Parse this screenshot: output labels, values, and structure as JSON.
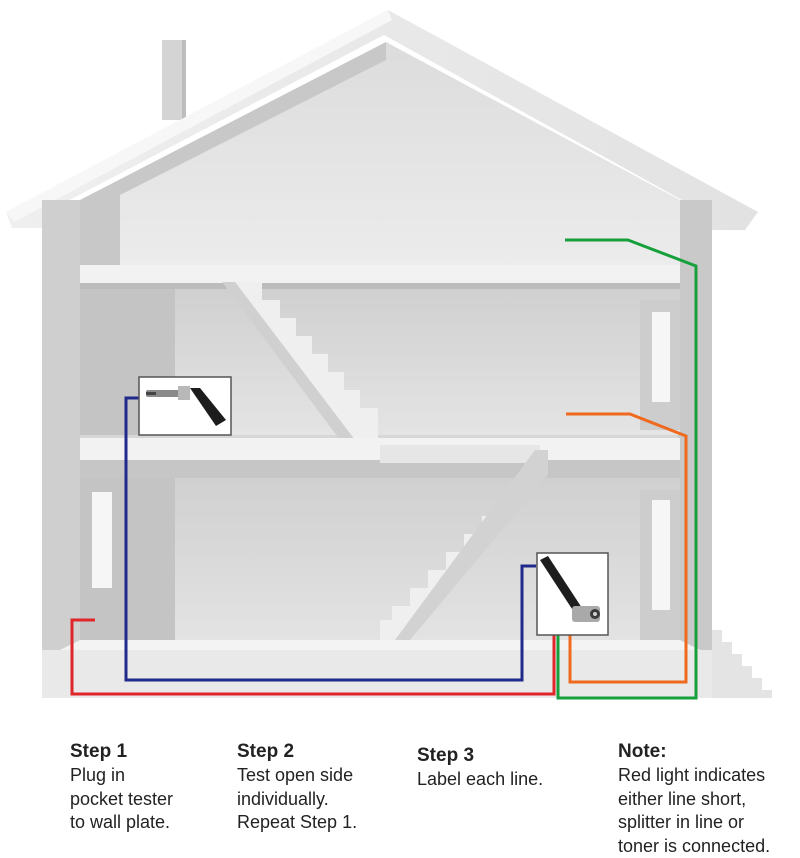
{
  "steps": [
    {
      "title": "Step 1",
      "body": "Plug in\npocket tester\nto wall plate."
    },
    {
      "title": "Step 2",
      "body": "Test open side\nindividually.\nRepeat Step 1."
    },
    {
      "title": "Step 3",
      "body": "Label each line."
    }
  ],
  "note": {
    "title": "Note:",
    "body": "Red light indicates\neither line short,\nsplitter in line or\ntoner is connected."
  },
  "colors": {
    "red_line": "#e0262a",
    "blue_line": "#1f2a8a",
    "orange_line": "#ef6a1f",
    "green_line": "#16a03c"
  }
}
